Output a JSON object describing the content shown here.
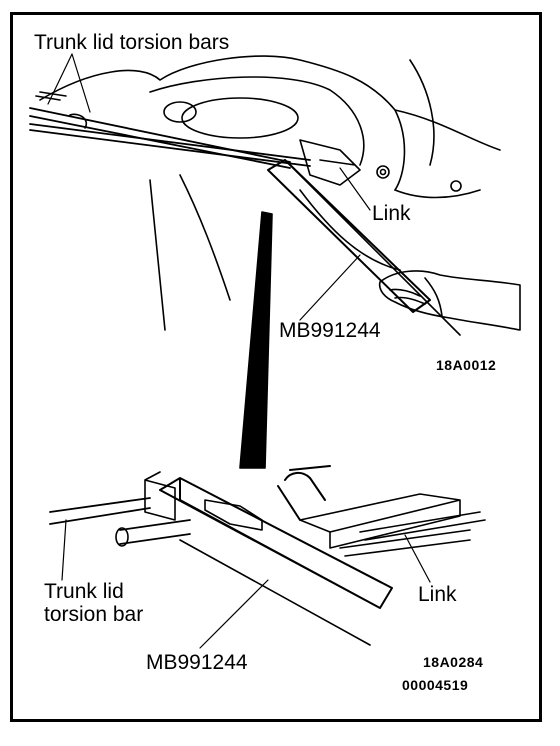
{
  "figure": {
    "top_view": {
      "label_torsion_bars": "Trunk lid torsion bars",
      "label_link": "Link",
      "label_tool": "MB991244",
      "code": "18A0012"
    },
    "detail_view": {
      "label_torsion_bar": "Trunk lid\ntorsion bar",
      "label_link": "Link",
      "label_tool": "MB991244",
      "code": "18A0284",
      "doc_number": "00004519"
    }
  },
  "colors": {
    "ink": "#000000",
    "paper": "#ffffff"
  }
}
